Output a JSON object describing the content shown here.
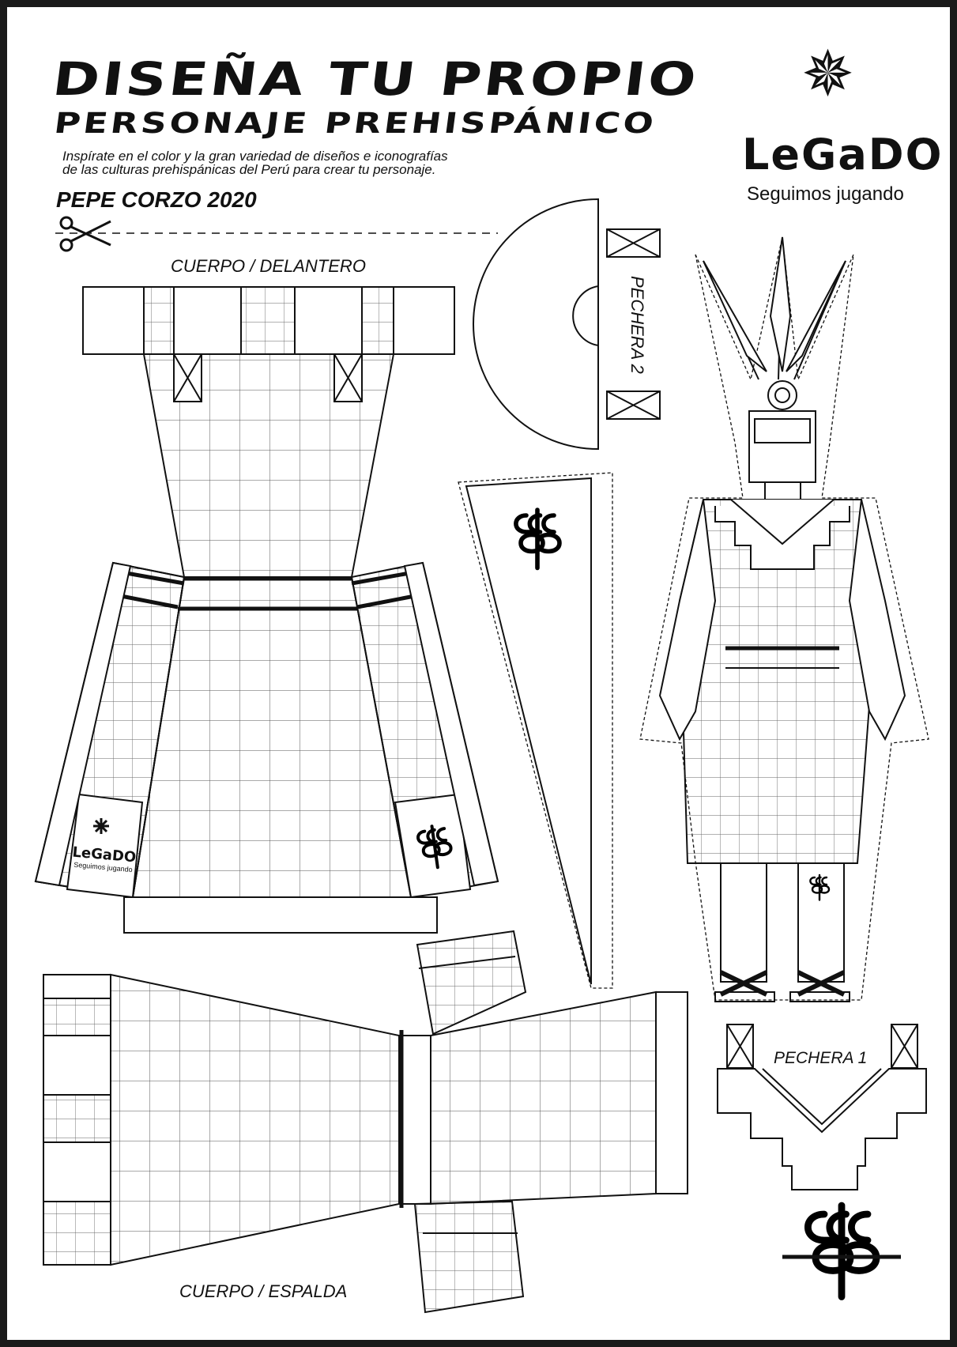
{
  "header": {
    "title_line1": "DISEÑA TU PROPIO",
    "title_line2": "PERSONAJE PREHISPÁNICO",
    "subtitle_line1": "Inspírate en el color y la gran variedad de diseños e iconografías",
    "subtitle_line2": "de las culturas prehispánicas del Perú para crear tu personaje.",
    "author": "PEPE CORZO 2020"
  },
  "logo": {
    "brand": "LeGaDO",
    "tagline": "Seguimos jugando",
    "icon": "sun-emblem-icon"
  },
  "pieces": {
    "front_label": "CUERPO / DELANTERO",
    "back_label": "CUERPO / ESPALDA",
    "chest2_label": "PECHERA 2",
    "chest1_label": "PECHERA 1",
    "mini_logo_brand": "LeGaDO",
    "mini_logo_tagline": "Seguimos jugando"
  },
  "icons": {
    "cut": "scissors-icon",
    "ornament": "spiral-ornament-icon"
  }
}
